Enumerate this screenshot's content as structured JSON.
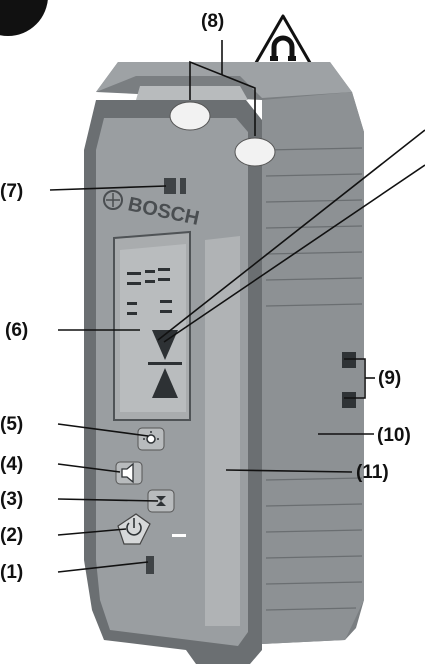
{
  "brand": "BOSCH",
  "callouts": {
    "c1": "(1)",
    "c2": "(2)",
    "c3": "(3)",
    "c4": "(4)",
    "c5": "(5)",
    "c6": "(6)",
    "c7": "(7)",
    "c8": "(8)",
    "c9": "(9)",
    "c10": "(10)",
    "c11": "(11)"
  },
  "icons": [
    "magnet-warning-icon",
    "illumination-icon",
    "volume-icon",
    "accuracy-icon",
    "power-icon",
    "bosch-logo-icon"
  ],
  "colors": {
    "body_dark": "#5f6366",
    "body_mid": "#8a8e91",
    "body_light": "#b4b7b9",
    "display": "#a9acae",
    "callout_text": "#111111"
  }
}
